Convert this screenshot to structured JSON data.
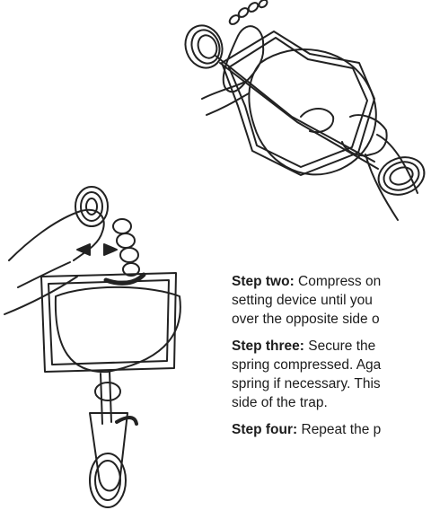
{
  "steps": [
    {
      "title": "Step two:",
      "lines": [
        " Compress on",
        "setting device until you",
        "over the opposite side o"
      ]
    },
    {
      "title": "Step three:",
      "lines": [
        " Secure the",
        "spring compressed. Aga",
        "spring if necessary. This",
        "side of the trap."
      ]
    },
    {
      "title": "Step four:",
      "lines": [
        " Repeat the p"
      ]
    }
  ]
}
